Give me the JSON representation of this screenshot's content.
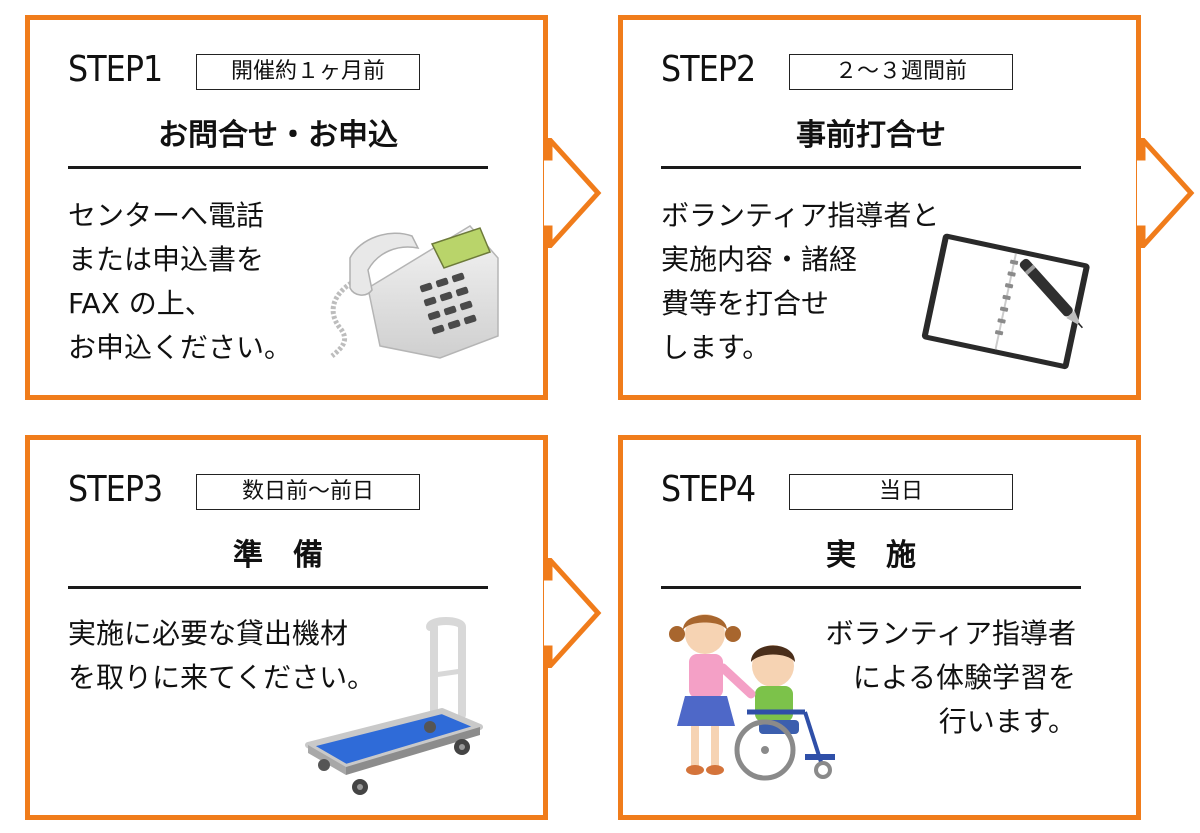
{
  "steps": [
    {
      "label": "STEP1",
      "timing": "開催約１ヶ月前",
      "title": "お問合せ・お申込",
      "description": [
        "センターへ電話",
        "または申込書を",
        "FAX の上、",
        "お申込ください。"
      ],
      "illustration": "telephone-icon"
    },
    {
      "label": "STEP2",
      "timing": "２～３週間前",
      "title": "事前打合せ",
      "description": [
        "ボランティア指導者と",
        "実施内容・諸経",
        "費等を打合せ",
        "します。"
      ],
      "illustration": "notebook-pen-icon"
    },
    {
      "label": "STEP3",
      "timing": "数日前～前日",
      "title": "準　備",
      "description": [
        "実施に必要な貸出機材",
        "を取りに来てください。"
      ],
      "illustration": "hand-cart-icon"
    },
    {
      "label": "STEP4",
      "timing": "当日",
      "title": "実　施",
      "description": [
        "ボランティア指導者",
        "による体験学習を",
        "行います。"
      ],
      "illustration": "wheelchair-children-icon"
    }
  ],
  "colors": {
    "accent": "#f07c1b",
    "text": "#111111",
    "border": "#222222",
    "background": "#ffffff"
  }
}
